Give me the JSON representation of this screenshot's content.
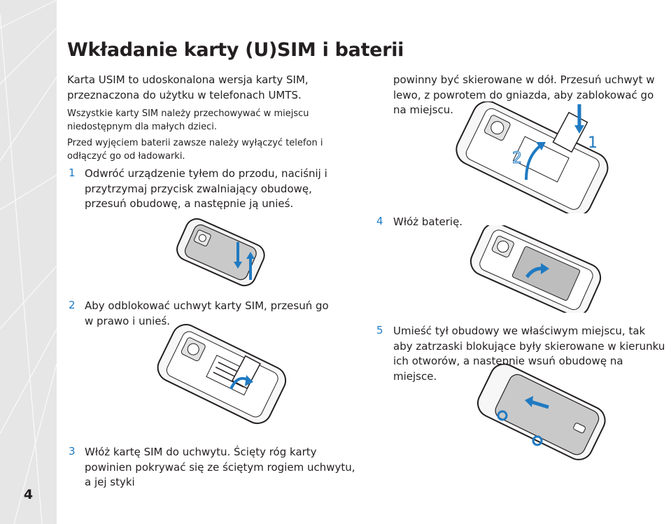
{
  "page": {
    "number": "4",
    "title": "Wkładanie karty (U)SIM i baterii",
    "intro_1": "Karta USIM to udoskonalona wersja karty SIM, przeznaczona do użytku w telefonach UMTS.",
    "note_1": "Wszystkie karty SIM należy przechowywać w miejscu niedostępnym dla małych dzieci.",
    "note_2": "Przed wyjęciem baterii zawsze należy wyłączyć telefon i odłączyć go od ładowarki.",
    "steps": [
      {
        "number": "1",
        "text": "Odwróć urządzenie tyłem do przodu, naciśnij i przytrzymaj przycisk zwalniający obudowę, przesuń obudowę, a następnie ją unieś."
      },
      {
        "number": "2",
        "text": "Aby odblokować uchwyt karty SIM, przesuń go w prawo i unieś."
      },
      {
        "number": "3",
        "text": "Włóż kartę SIM do uchwytu. Ścięty róg karty powinien pokrywać się ze ściętym rogiem uchwytu, a jej styki"
      },
      {
        "number": "4",
        "text": "Włóż baterię."
      },
      {
        "number": "5",
        "text": "Umieść tył obudowy we właściwym miejscu, tak aby zatrzaski blokujące były skierowane w kierunku ich otworów, a następnie wsuń obudowę na miejsce."
      }
    ],
    "step3_continued": "powinny być skierowane w dół. Przesuń uchwyt w lewo, z powrotem do gniazda, aby zablokować go na miejscu.",
    "figure_callouts": {
      "one": "1",
      "two": "2"
    }
  },
  "colors": {
    "accent": "#1f7ac2",
    "text": "#231f20",
    "sidebar": "#e6e6e6"
  },
  "icons": [
    "phone-back-cover-illustration",
    "sim-holder-illustration",
    "battery-illustration"
  ]
}
